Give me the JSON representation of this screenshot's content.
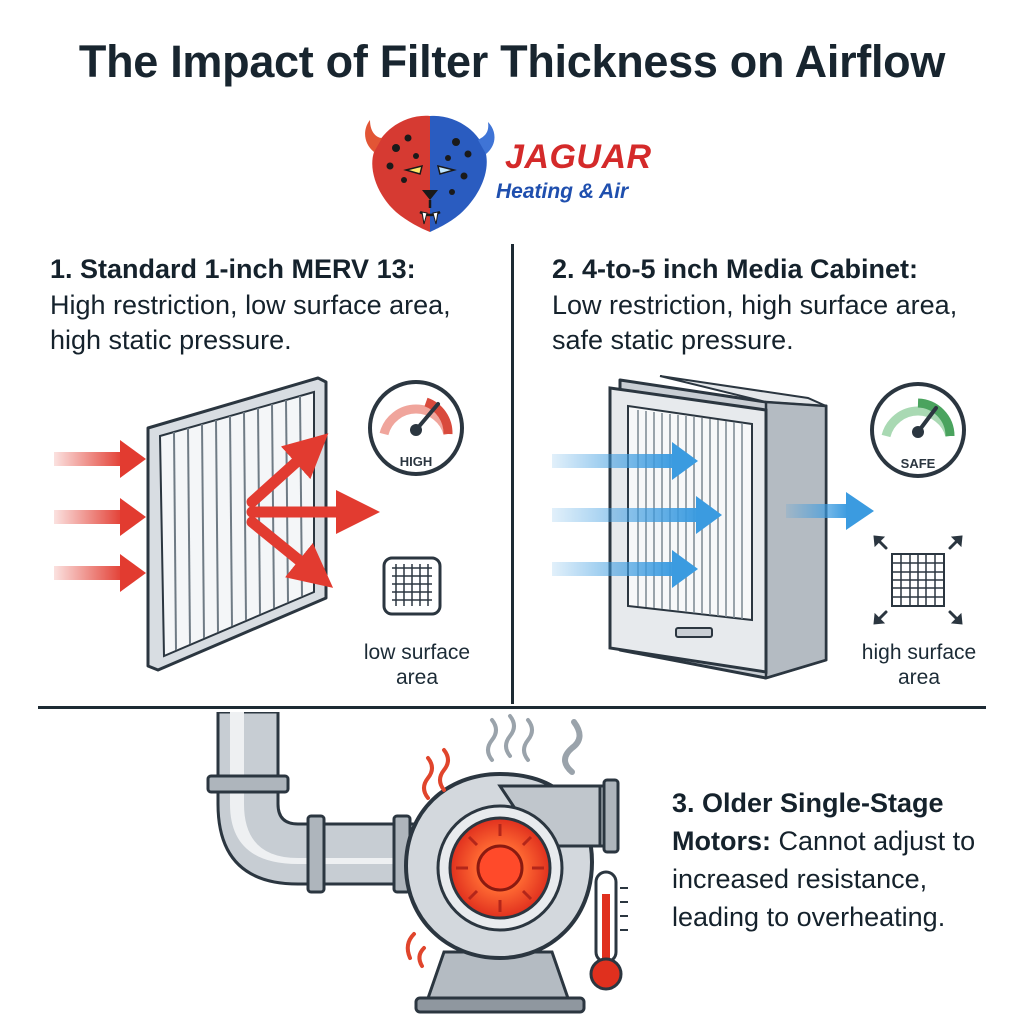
{
  "title": "The Impact of Filter Thickness on Airflow",
  "logo": {
    "name": "JAGUAR",
    "tagline": "Heating & Air"
  },
  "section1": {
    "heading": "1. Standard 1-inch MERV 13:",
    "description": "High restriction, low surface area, high static pressure.",
    "gauge_label": "HIGH",
    "surface_label": "low surface area"
  },
  "section2": {
    "heading": "2. 4-to-5 inch Media Cabinet:",
    "description": "Low restriction, high surface area, safe static pressure.",
    "gauge_label": "SAFE",
    "surface_label": "high surface area"
  },
  "section3": {
    "heading": "3. Older Single-Stage Motors:",
    "description": "Cannot adjust to increased resistance, leading to overheating."
  },
  "colors": {
    "restricted_air": "#e23b30",
    "free_air": "#3b9be0",
    "high_gauge": "#d94a3c",
    "safe_gauge": "#4aa35e",
    "text": "#15222c"
  }
}
